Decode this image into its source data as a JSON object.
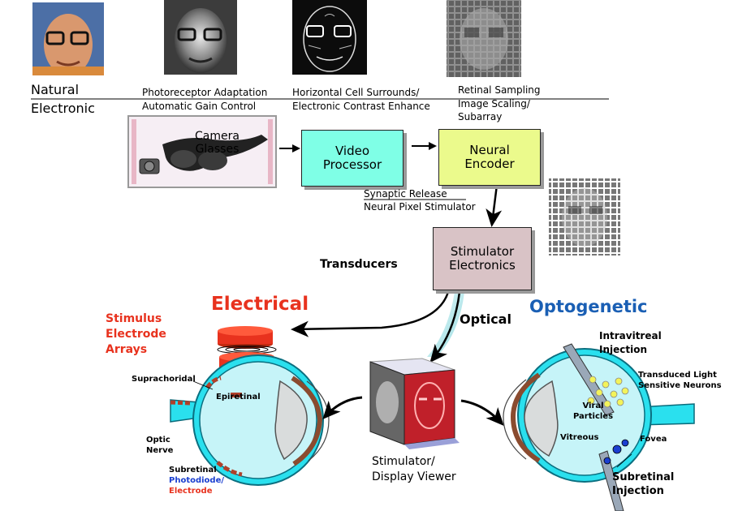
{
  "stages": {
    "natural": "Natural",
    "electronic": "Electronic",
    "s1_top": "Photoreceptor Adaptation",
    "s1_bottom": "Automatic Gain Control",
    "s2_top": "Horizontal Cell Surrounds/",
    "s2_bottom": "Electronic Contrast Enhance",
    "s3_top": "Retinal Sampling",
    "s3_mid": "Image Scaling/",
    "s3_bottom": "Subarray"
  },
  "pipeline": {
    "camera_l1": "Camera",
    "camera_l2": "Glasses",
    "video_l1": "Video",
    "video_l2": "Processor",
    "neural_l1": "Neural",
    "neural_l2": "Encoder",
    "synaptic": "Synaptic Release",
    "neural_pixel": "Neural Pixel Stimulator",
    "stim_l1": "Stimulator",
    "stim_l2": "Electronics",
    "transducers": "Transducers",
    "optical": "Optical"
  },
  "electrical": {
    "title": "Electrical",
    "arrays_l1": "Stimulus",
    "arrays_l2": "Electrode",
    "arrays_l3": "Arrays",
    "suprachoridal": "Suprachoridal",
    "epiretinal": "Epiretinal",
    "optic_l1": "Optic",
    "optic_l2": "Nerve",
    "subretinal": "Subretinal",
    "photodiode": "Photodiode/",
    "electrode": "Electrode"
  },
  "viewer": {
    "l1": "Stimulator/",
    "l2": "Display Viewer"
  },
  "optogenetic": {
    "title": "Optogenetic",
    "intravitreal_l1": "Intravitreal",
    "intravitreal_l2": "Injection",
    "transduced_l1": "Transduced Light",
    "transduced_l2": "Sensitive Neurons",
    "viral_l1": "Viral",
    "viral_l2": "Particles",
    "vitreous": "Vitreous",
    "fovea": "Fovea",
    "subretinal_l1": "Subretinal",
    "subretinal_l2": "Injection"
  },
  "colors": {
    "electrical_red": "#e8321e",
    "optogenetic_blue": "#1a5fb4",
    "photodiode_blue": "#1a3fd0",
    "video_box": "#7fffe6",
    "encoder_box": "#ebfa8c",
    "stim_box": "#d9c3c6",
    "eye_fill": "#2ae0ee"
  }
}
